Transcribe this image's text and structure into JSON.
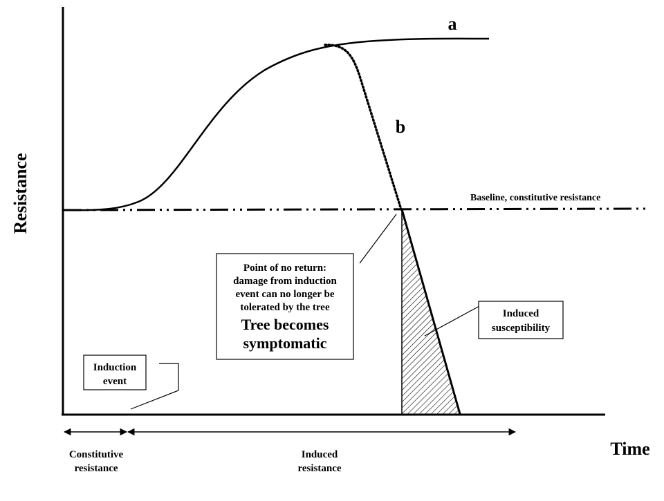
{
  "axes": {
    "y_label": "Resistance",
    "x_label": "Time"
  },
  "curves": {
    "a_label": "a",
    "b_label": "b",
    "baseline_label": "Baseline, constitutive resistance"
  },
  "callouts": {
    "point_of_no_return": {
      "line1": "Point of no return:",
      "line2": "damage from induction",
      "line3": "event can no longer be",
      "line4": "tolerated by the tree",
      "line5": "Tree becomes",
      "line6": "symptomatic"
    },
    "induced_susceptibility": {
      "line1": "Induced",
      "line2": "susceptibility"
    },
    "induction_event": {
      "line1": "Induction",
      "line2": "event"
    }
  },
  "phases": {
    "constitutive": {
      "line1": "Constitutive",
      "line2": "resistance"
    },
    "induced": {
      "line1": "Induced",
      "line2": "resistance"
    }
  },
  "colors": {
    "ink": "#000000",
    "background": "#ffffff"
  }
}
